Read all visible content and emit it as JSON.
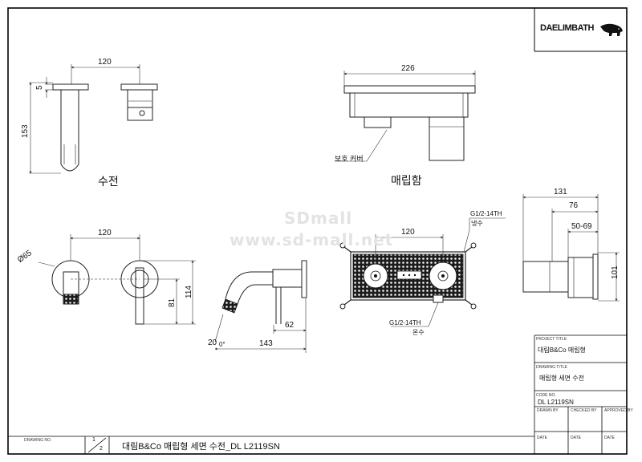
{
  "logo": {
    "text": "DAELIMBATH"
  },
  "watermark": {
    "line1": "SDmall",
    "line2": "www.sd-mall.net"
  },
  "views": {
    "spout_label": "수전",
    "box_label": "매립함",
    "cover_label": "보호 커버"
  },
  "dims": {
    "d120_top": "120",
    "d5": "5",
    "d153": "153",
    "d226": "226",
    "d131": "131",
    "d76": "76",
    "d50_69": "50-69",
    "d101": "101",
    "d120_front": "120",
    "d65": "Ø65",
    "d81": "81",
    "d114": "114",
    "d62": "62",
    "d20": "20",
    "d0": "0°",
    "d143": "143",
    "d120_box": "120"
  },
  "threads": {
    "cold_thread": "G1/2-14TH",
    "cold_label": "냉수",
    "hot_thread": "G1/2-14TH",
    "hot_label": "온수"
  },
  "title_block": {
    "project_title_label": "PROJECT TITLE",
    "project_title": "대림B&Co 매립형",
    "drawing_title_label": "DRAWING TITLE",
    "drawing_title": "매립형 세면 수전",
    "code_no_label": "CODE NO.",
    "code_no": "DL L2119SN",
    "drawn_by_label": "DRAWN BY",
    "checked_by_label": "CHECKED BY",
    "approved_by_label": "APPROVED BY",
    "date_label_1": "DATE",
    "date_label_2": "DATE",
    "date_label_3": "DATE"
  },
  "bottom_bar": {
    "drawing_no_label": "DRAWING NO.",
    "sheet_num": "1",
    "sheet_total": "2",
    "title": "대림B&Co 매립형 세면 수전_DL L2119SN"
  }
}
